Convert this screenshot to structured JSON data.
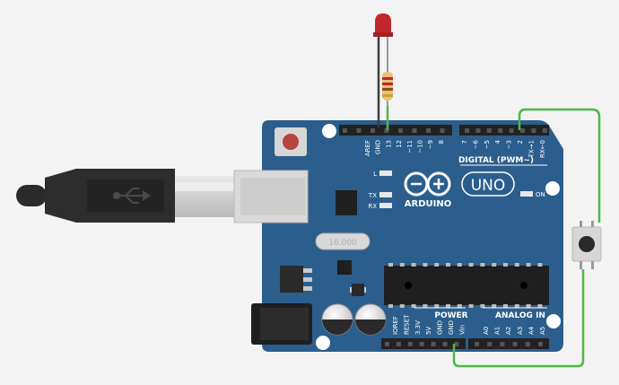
{
  "canvas": {
    "background": "#f3f3f3"
  },
  "board": {
    "color": "#2b5e8c",
    "logo_text": "ARDUINO",
    "model_text": "UNO",
    "crystal_text": "16.000",
    "digital_header_label": "DIGITAL (PWM~)",
    "power_header_label": "POWER",
    "analog_header_label": "ANALOG IN",
    "led_labels": {
      "l": "L",
      "tx": "TX",
      "rx": "RX",
      "on": "ON"
    },
    "top_pins_left": [
      "AREF",
      "GND",
      "13",
      "12",
      "~11",
      "~10",
      "~9",
      "8"
    ],
    "top_pins_right": [
      "7",
      "~6",
      "~5",
      "4",
      "~3",
      "2",
      "TX→1",
      "RX←0"
    ],
    "power_pins": [
      "IOREF",
      "RESET",
      "3.3V",
      "5V",
      "GND",
      "GND",
      "Vin"
    ],
    "analog_pins": [
      "A0",
      "A1",
      "A2",
      "A3",
      "A4",
      "A5"
    ]
  },
  "wires": {
    "color": "#4db848"
  },
  "led": {
    "color": "#c0262c"
  },
  "usb": {
    "icon": "usb-icon"
  }
}
